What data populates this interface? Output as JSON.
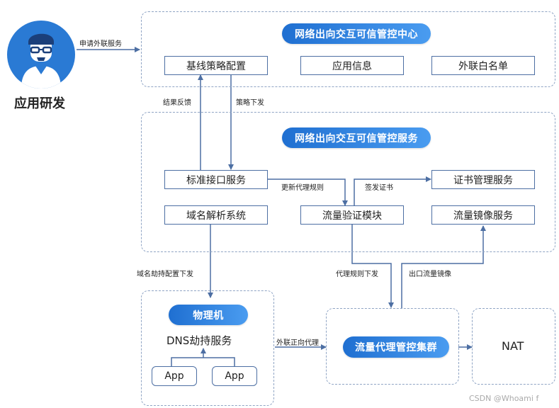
{
  "actor": {
    "label": "应用研发",
    "icon": "developer-avatar-icon"
  },
  "edges": {
    "request": "申请外联服务",
    "feedback": "结果反馈",
    "policy_down": "策略下发",
    "update_rules": "更新代理规则",
    "issue_cert": "签发证书",
    "dns_hijack_config": "域名劫持配置下发",
    "proxy_rules_down": "代理规则下发",
    "egress_mirror": "出口流量镜像",
    "forward_proxy": "外联正向代理"
  },
  "control_center": {
    "title": "网络出向交互可信管控中心",
    "items": [
      "基线策略配置",
      "应用信息",
      "外联白名单"
    ]
  },
  "control_service": {
    "title": "网络出向交互可信管控服务",
    "api": "标准接口服务",
    "cert": "证书管理服务",
    "dns": "域名解析系统",
    "verify": "流量验证模块",
    "mirror": "流量镜像服务"
  },
  "physical": {
    "title": "物理机",
    "dns_hijack": "DNS劫持服务",
    "apps": [
      "App",
      "App"
    ]
  },
  "proxy_cluster": {
    "title": "流量代理管控集群"
  },
  "nat": {
    "label": "NAT"
  },
  "watermark": "CSDN @Whoami f",
  "colors": {
    "pill": "#1f6fd1",
    "border": "#4d6fa3",
    "dash": "#8fa4c4",
    "avatar": "#2a7ad4"
  }
}
